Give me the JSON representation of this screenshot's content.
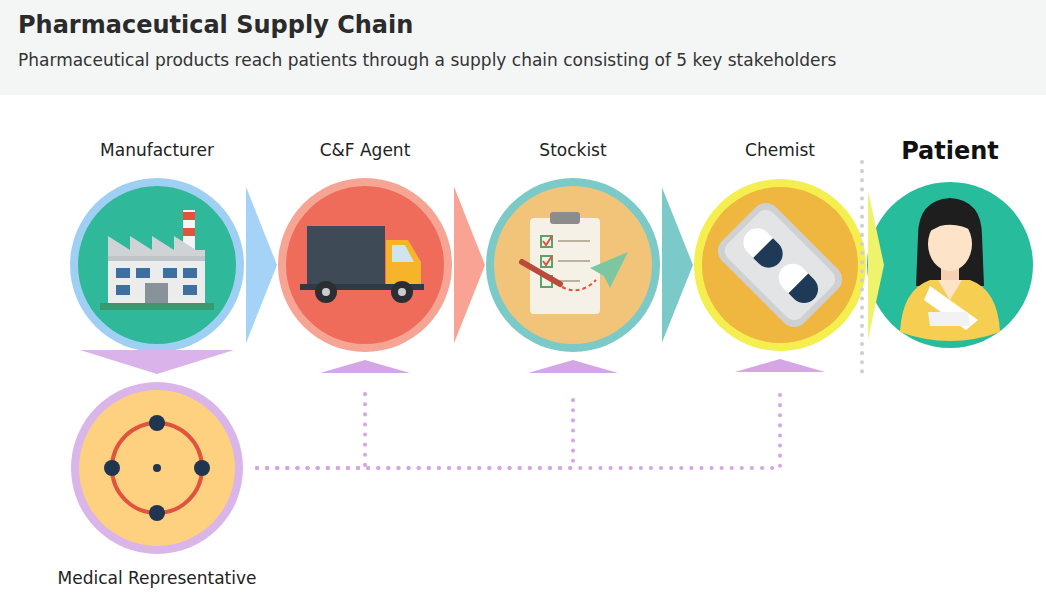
{
  "diagram": {
    "title": "Pharmaceutical Supply Chain",
    "caption": "Pharmaceutical products reach patients through a supply chain consisting of 5 key stakeholders",
    "nodes": [
      {
        "text": [
          "Manufacturer"
        ]
      },
      {
        "text": [
          "C&F Agent"
        ]
      },
      {
        "text": [
          "Stockist"
        ]
      },
      {
        "text": [
          "Chemist"
        ]
      },
      {
        "text": [
          "Patient"
        ]
      },
      {
        "text": [
          "Medical Representative"
        ]
      }
    ],
    "edges": [
      {
        "from": 0,
        "to": 1,
        "arrow": "to"
      },
      {
        "from": 1,
        "to": 2,
        "arrow": "to"
      },
      {
        "from": 2,
        "to": 3,
        "arrow": "to"
      },
      {
        "from": 3,
        "to": 4,
        "arrow": "to"
      },
      {
        "from": 0,
        "to": 5,
        "arrow": "to"
      },
      {
        "from": 5,
        "to": 1,
        "arrow": "to"
      },
      {
        "from": 5,
        "to": 2,
        "arrow": "to"
      },
      {
        "from": 5,
        "to": 3,
        "arrow": "to"
      }
    ]
  }
}
